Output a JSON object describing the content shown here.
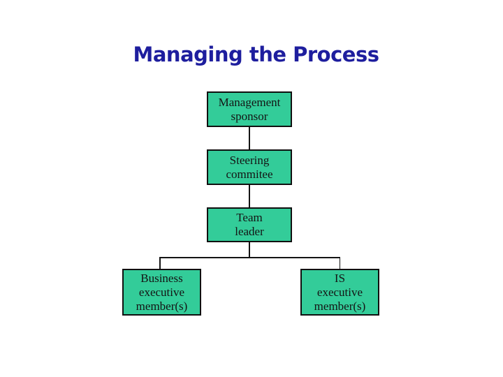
{
  "slide": {
    "title": "Managing the Process",
    "background_color": "#ffffff",
    "title_color": "#1e1e9e"
  },
  "org_chart": {
    "box_fill_color": "#33cc99",
    "box_border_color": "#101010",
    "box_text_color": "#141414",
    "connector_color": "#141414",
    "nodes": [
      {
        "id": "management-sponsor",
        "label": "Management\nsponsor"
      },
      {
        "id": "steering-committee",
        "label": "Steering\ncommitee"
      },
      {
        "id": "team-leader",
        "label": "Team\nleader"
      },
      {
        "id": "business-executive-members",
        "label": "Business\nexecutive\nmember(s)"
      },
      {
        "id": "is-executive-members",
        "label": "IS\nexecutive\nmember(s)"
      }
    ],
    "edges": [
      [
        "management-sponsor",
        "steering-committee"
      ],
      [
        "steering-committee",
        "team-leader"
      ],
      [
        "team-leader",
        "business-executive-members"
      ],
      [
        "team-leader",
        "is-executive-members"
      ]
    ]
  }
}
